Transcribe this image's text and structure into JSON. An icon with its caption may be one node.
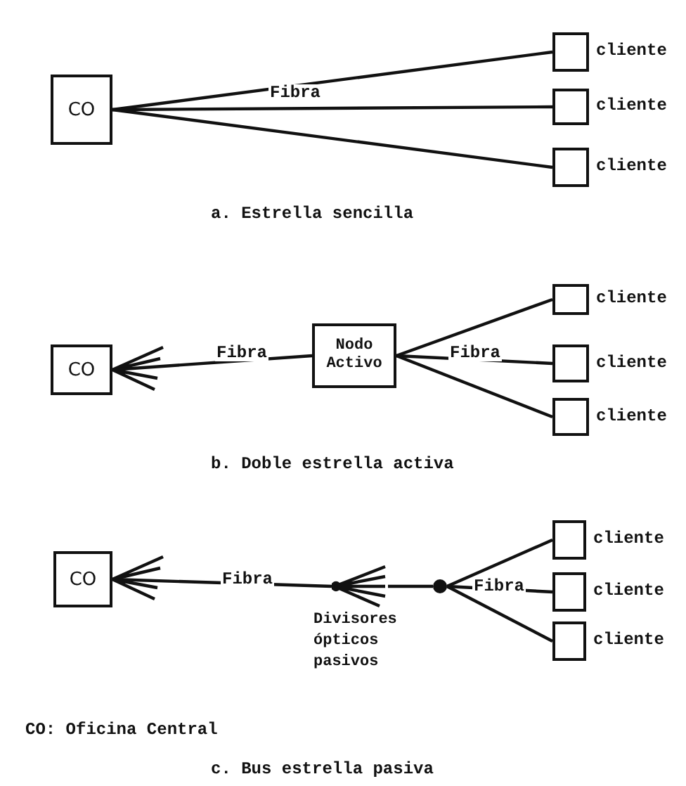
{
  "diagram": {
    "nodes": [
      {
        "text": [
          "CO"
        ]
      },
      {
        "text": [
          "cliente"
        ]
      },
      {
        "text": [
          "cliente"
        ]
      },
      {
        "text": [
          "cliente"
        ]
      },
      {
        "text": [
          "CO"
        ]
      },
      {
        "text": [
          "Nodo Activo"
        ]
      },
      {
        "text": [
          "cliente"
        ]
      },
      {
        "text": [
          "cliente"
        ]
      },
      {
        "text": [
          "cliente"
        ]
      },
      {
        "text": [
          "CO"
        ]
      },
      {
        "text": [
          "Divisores ópticos pasivos"
        ]
      },
      {
        "text": [],
        "shape": "circle"
      },
      {
        "text": [
          "cliente"
        ]
      },
      {
        "text": [
          "cliente"
        ]
      },
      {
        "text": [
          "cliente"
        ]
      }
    ],
    "edges": [
      {
        "from": 0,
        "to": 1,
        "arrow": "none"
      },
      {
        "from": 0,
        "to": 2,
        "arrow": "none",
        "label": "Fibra"
      },
      {
        "from": 0,
        "to": 3,
        "arrow": "none"
      },
      {
        "from": 4,
        "to": 5,
        "arrow": "none",
        "label": "Fibra"
      },
      {
        "from": 5,
        "to": 6,
        "arrow": "none"
      },
      {
        "from": 5,
        "to": 7,
        "arrow": "none",
        "label": "Fibra"
      },
      {
        "from": 5,
        "to": 8,
        "arrow": "none"
      },
      {
        "from": 9,
        "to": 10,
        "arrow": "none",
        "label": "Fibra"
      },
      {
        "from": 10,
        "to": 11,
        "arrow": "none"
      },
      {
        "from": 11,
        "to": 12,
        "arrow": "none"
      },
      {
        "from": 11,
        "to": 13,
        "arrow": "none",
        "label": "Fibra"
      },
      {
        "from": 11,
        "to": 14,
        "arrow": "none"
      }
    ],
    "labels": [
      "a. Estrella sencilla",
      "b. Doble estrella activa",
      "CO: Oficina Central",
      "c. Bus estrella pasiva"
    ]
  }
}
